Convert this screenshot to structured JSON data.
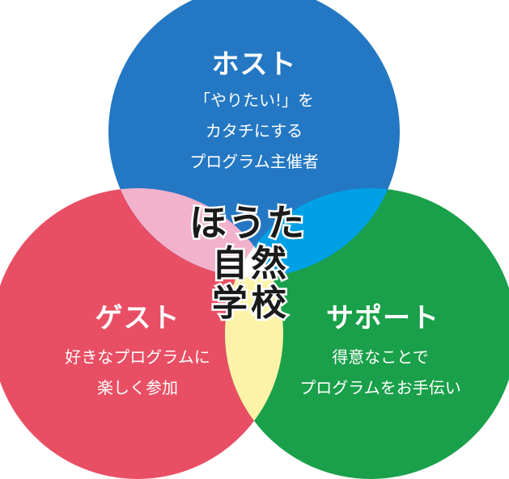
{
  "colors": {
    "host": "#2478c3",
    "guest": "#e84f64",
    "support": "#1aa04a",
    "host_guest": "#f2b2cc",
    "host_support": "#00a0e6",
    "guest_support": "#fdf3a8",
    "center": "#ffffff",
    "logo_ink": "#1a1a1a"
  },
  "host": {
    "title": "ホスト",
    "lines": [
      "「やりたい!」を",
      "カタチにする",
      "プログラム主催者"
    ]
  },
  "guest": {
    "title": "ゲスト",
    "lines": [
      "好きなプログラムに",
      "楽しく参加"
    ]
  },
  "support": {
    "title": "サポート",
    "lines": [
      "得意なことで",
      "プログラムをお手伝い"
    ]
  },
  "logo": {
    "row1": "ほうた",
    "row2": "自然",
    "row3": "学校"
  }
}
